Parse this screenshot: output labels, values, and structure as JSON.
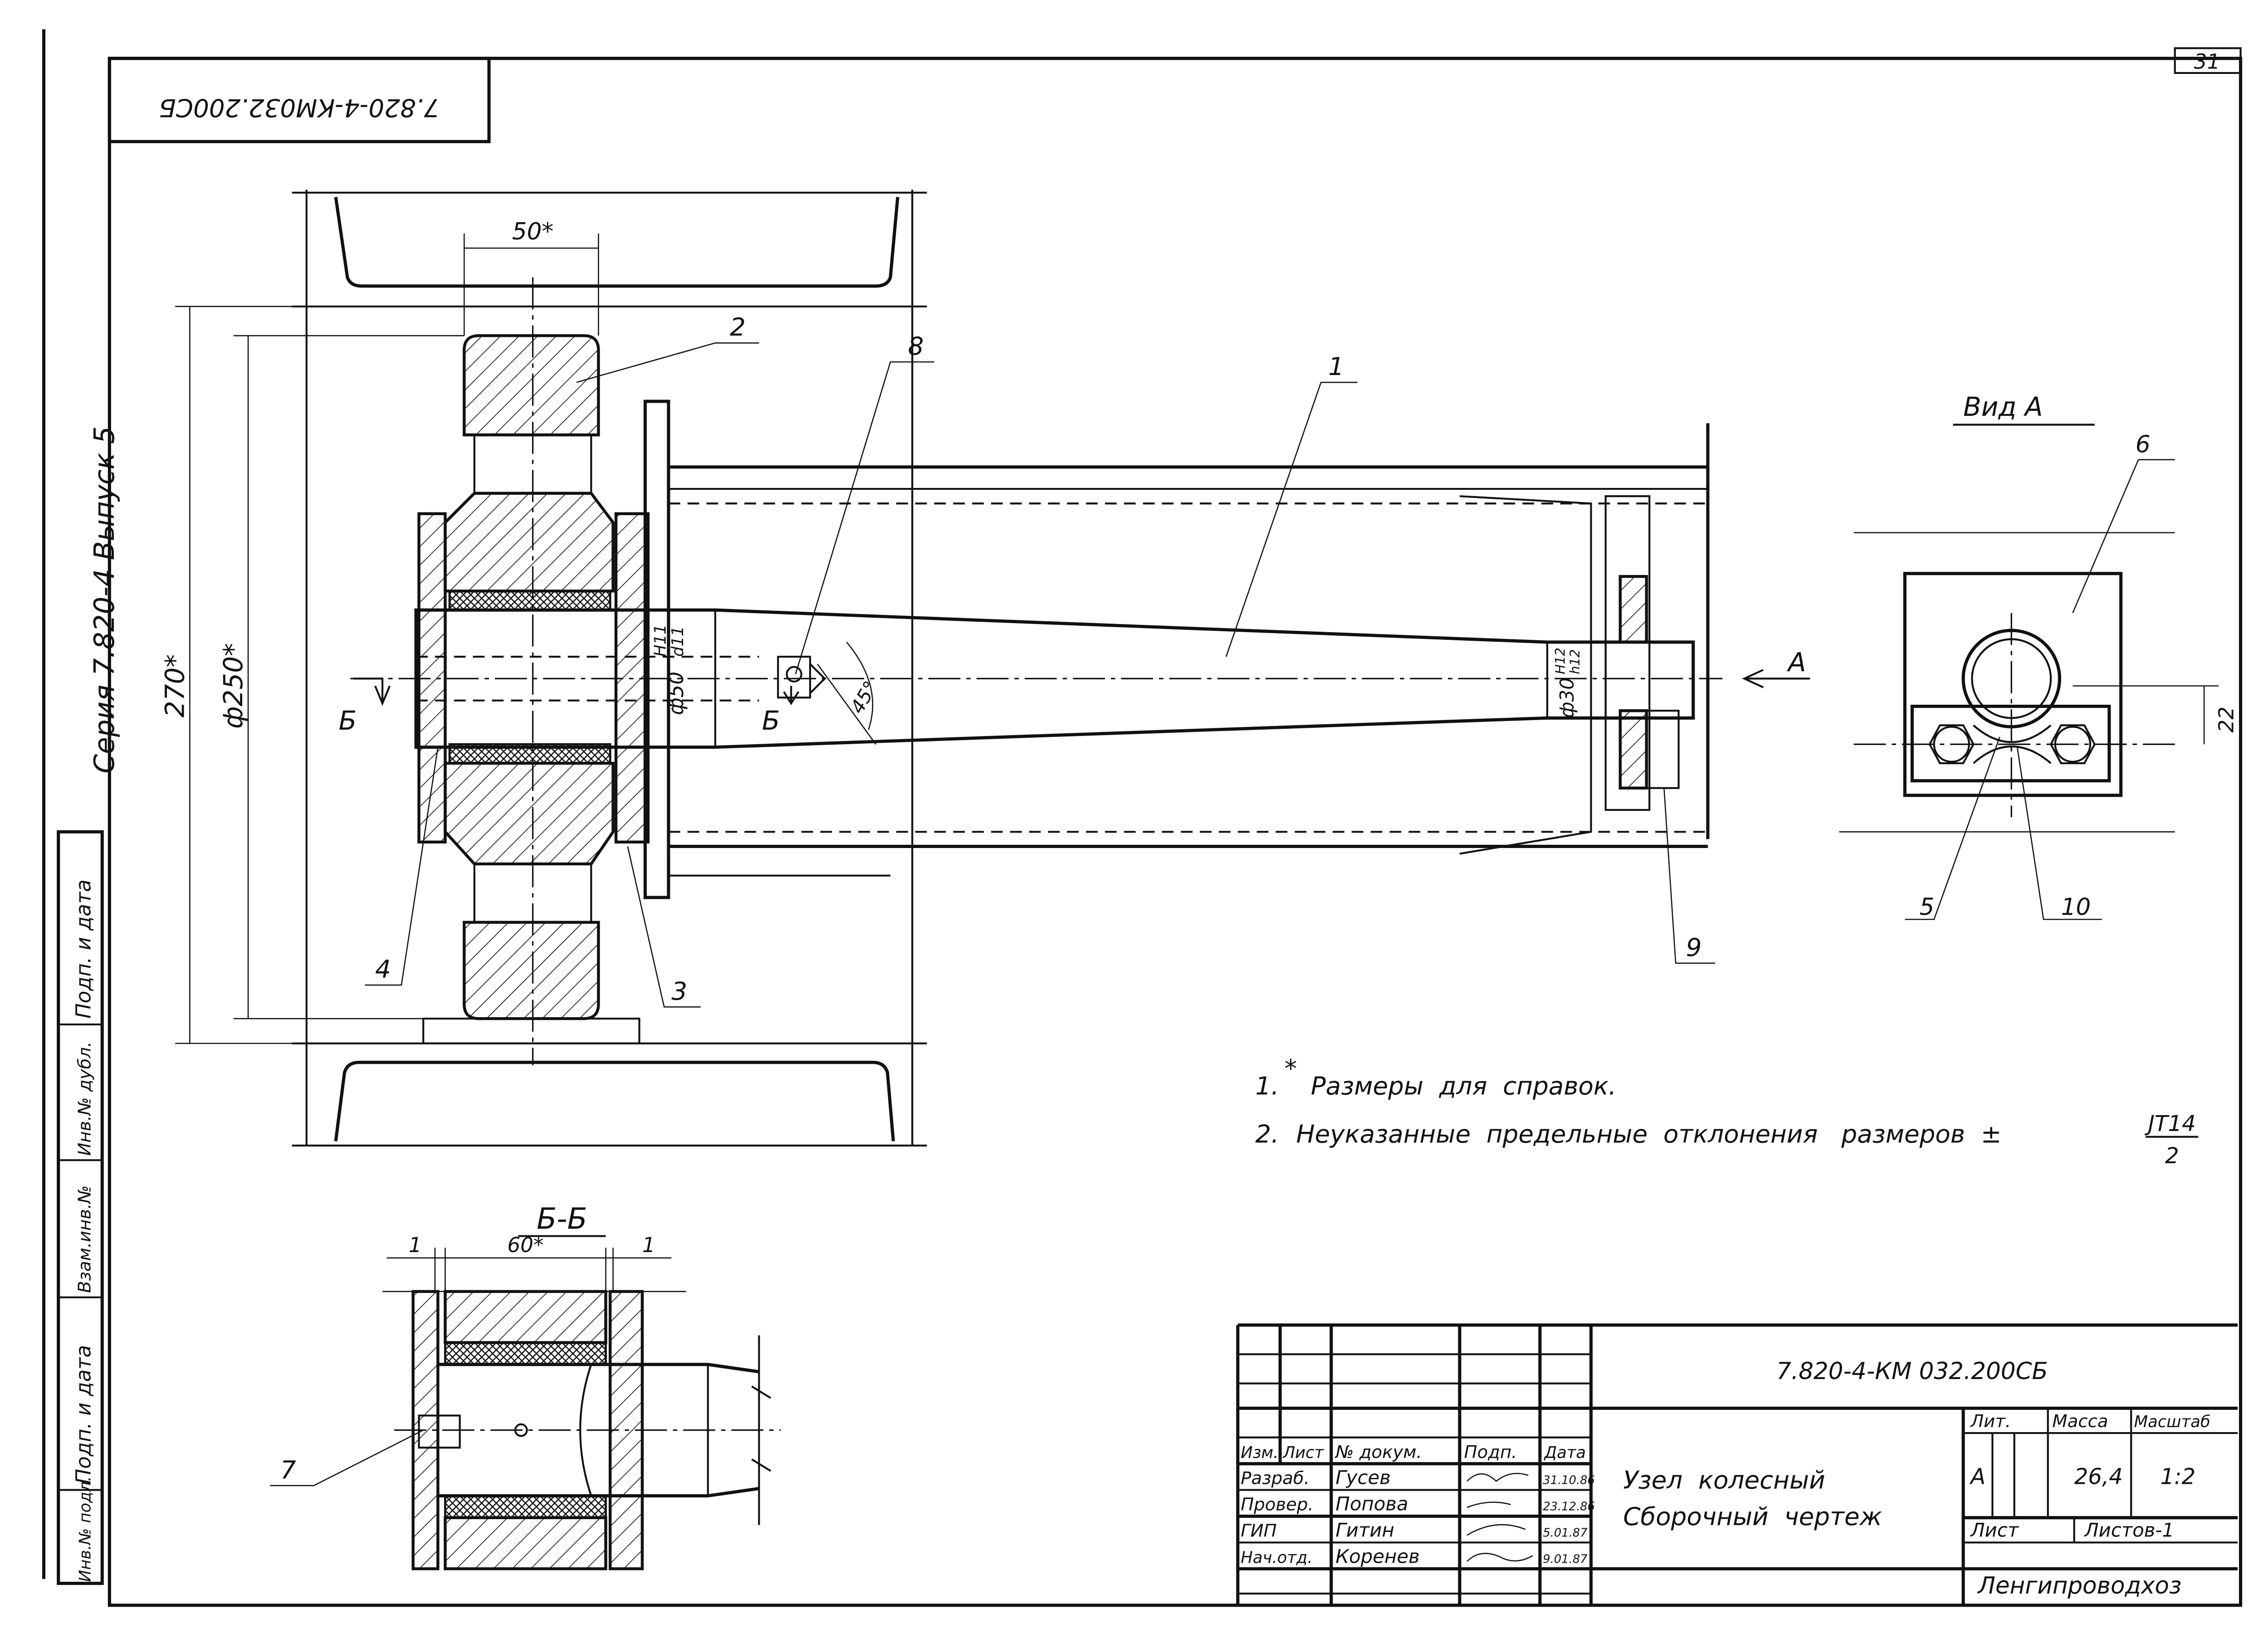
{
  "sheet_number": "31",
  "stamp_code_inverted": "7.820-4-КМ032.200СБ",
  "side_margin": {
    "series": "Серия 7.820-4  Выпуск 5",
    "fields": [
      "Подп. и дата",
      "Инв.№ дубл.",
      "Взам.инв.№",
      "Подп. и дата",
      "Инв.№ подл."
    ]
  },
  "main_view": {
    "dims": {
      "width_wheel": "50*",
      "overall": "270*",
      "wheel_dia": "ф250*",
      "shaft_left": "ф50",
      "shaft_left_fit_top": "H11",
      "shaft_left_fit_bottom": "d11",
      "shaft_right": "ф30",
      "shaft_right_fit_top": "H12",
      "shaft_right_fit_bottom": "h12",
      "angle": "45°"
    },
    "section_mark": "Б",
    "view_arrow": "А",
    "callouts": [
      "1",
      "2",
      "3",
      "4",
      "8",
      "9"
    ]
  },
  "view_a": {
    "title": "Вид А",
    "dim": "22",
    "callouts": [
      "5",
      "6",
      "10"
    ]
  },
  "section_bb": {
    "title": "Б-Б",
    "dim_center": "60*",
    "dim_left": "1",
    "dim_right": "1",
    "callout": "7"
  },
  "notes": {
    "n1_num": "1.",
    "n1_star": "*",
    "n1_text": "Размеры  для  справок.",
    "n2_num": "2.",
    "n2_text": "Неуказанные  предельные  отклонения   размеров  ±",
    "n2_frac_top": "JT14",
    "n2_frac_bottom": "2"
  },
  "title_block": {
    "code": "7.820-4-КМ 032.200СБ",
    "title_line1": "Узел  колесный",
    "title_line2": "Сборочный  чертеж",
    "headers": [
      "Изм.",
      "Лист",
      "№ докум.",
      "Подп.",
      "Дата"
    ],
    "rows": [
      {
        "role": "Разраб.",
        "name": "Гусев",
        "date": "31.10.86"
      },
      {
        "role": "Провер.",
        "name": "Попова",
        "date": "23.12.86"
      },
      {
        "role": "ГИП",
        "name": "Гитин",
        "date": "5.01.87"
      },
      {
        "role": "Нач.отд.",
        "name": "Коренев",
        "date": "9.01.87"
      }
    ],
    "lit_label": "Лит.",
    "mass_label": "Масса",
    "scale_label": "Масштаб",
    "lit_value": "А",
    "mass_value": "26,4",
    "scale_value": "1:2",
    "sheet_label": "Лист",
    "sheets_label": "Листов-1",
    "organization": "Ленгипроводхоз"
  }
}
